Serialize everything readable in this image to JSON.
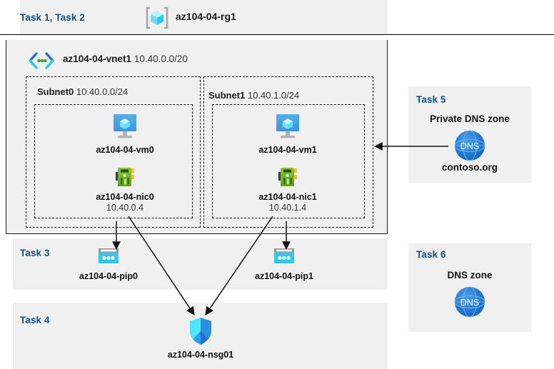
{
  "diagram": {
    "title": "Azure AZ-104 Lab 04 architecture diagram",
    "colors": {
      "panel_bg": "#f0f0f0",
      "task_label": "#12507e",
      "border": "#1b1b1b",
      "azure_blue": "#0078d4",
      "dns_blue": "#1b76d2",
      "nic_green": "#5ea50a",
      "pip_cyan": "#32c8ee",
      "cube_cyan": "#50e6ff"
    }
  },
  "resource_group": {
    "task_label": "Task 1, Task 2",
    "name": "az104-04-rg1",
    "icon": "resource-group-icon"
  },
  "vnet": {
    "name": "az104-04-vnet1",
    "address_space": "10.40.0.0/20",
    "icon": "virtual-network-icon"
  },
  "subnets": [
    {
      "name": "Subnet0",
      "cidr": "10.40.0.0/24",
      "vm": {
        "name": "az104-04-vm0",
        "icon": "virtual-machine-icon"
      },
      "nic": {
        "name": "az104-04-nic0",
        "ip": "10.40.0.4",
        "icon": "network-interface-icon"
      }
    },
    {
      "name": "Subnet1",
      "cidr": "10.40.1.0/24",
      "vm": {
        "name": "az104-04-vm1",
        "icon": "virtual-machine-icon"
      },
      "nic": {
        "name": "az104-04-nic1",
        "ip": "10.40.1.4",
        "icon": "network-interface-icon"
      }
    }
  ],
  "public_ips": {
    "task_label": "Task 3",
    "items": [
      {
        "name": "az104-04-pip0",
        "icon": "public-ip-icon"
      },
      {
        "name": "az104-04-pip1",
        "icon": "public-ip-icon"
      }
    ]
  },
  "nsg": {
    "task_label": "Task 4",
    "name": "az104-04-nsg01",
    "icon": "network-security-group-icon"
  },
  "private_dns": {
    "task_label": "Task 5",
    "title": "Private DNS zone",
    "zone_name": "contoso.org",
    "icon": "dns-zone-icon",
    "icon_text": "DNS"
  },
  "public_dns": {
    "task_label": "Task 6",
    "title": "DNS zone",
    "icon": "dns-zone-icon",
    "icon_text": "DNS"
  }
}
